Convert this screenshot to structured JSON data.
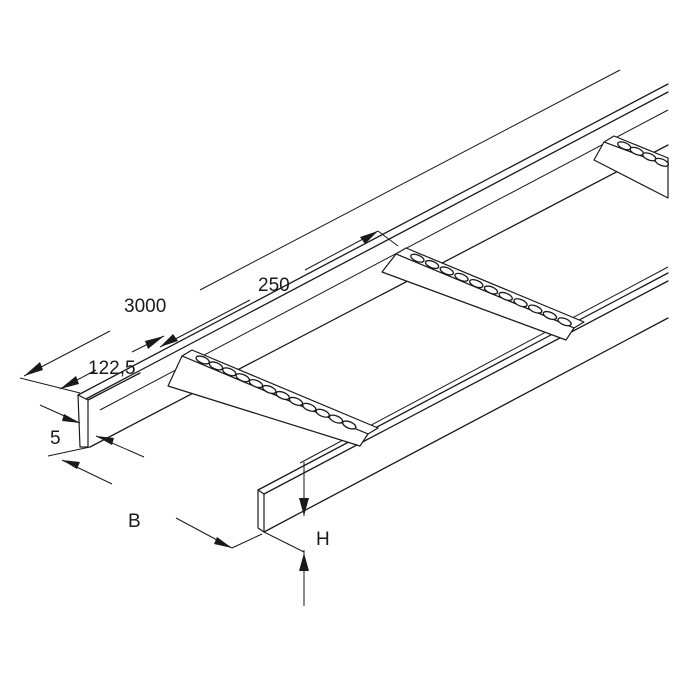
{
  "drawing": {
    "title": "",
    "dimensions": {
      "length": "3000",
      "rung_pitch": "250",
      "end_offset": "122,5",
      "flange": "5",
      "width": "B",
      "height": "H"
    },
    "rungs": [
      {
        "slot_count": 12
      },
      {
        "slot_count": 11
      },
      {
        "slot_count": 4
      }
    ]
  }
}
